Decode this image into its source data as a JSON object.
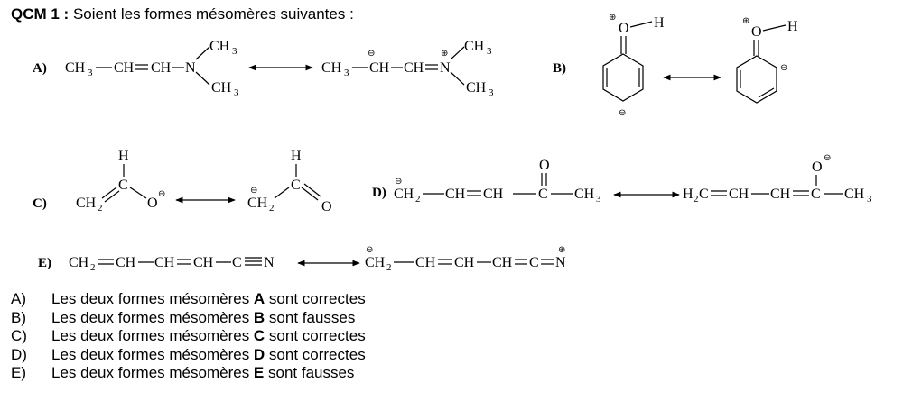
{
  "question": {
    "label": "QCM 1 :",
    "text": " Soient les formes mésomères suivantes :"
  },
  "labels": {
    "a": "A)",
    "b": "B)",
    "c": "C)",
    "d": "D)",
    "e": "E)"
  },
  "atoms": {
    "ch3": "CH",
    "ch": "CH",
    "c": "C",
    "h": "H",
    "n": "N",
    "o": "O",
    "ch2": "CH",
    "h2c": "H",
    "sub3": "3",
    "sub2": "2"
  },
  "charges": {
    "minus": "⊖",
    "plus": "⊕"
  },
  "answers": [
    {
      "letter": "A)",
      "before": "Les deux formes mésomères ",
      "bold": "A",
      "after": " sont correctes"
    },
    {
      "letter": "B)",
      "before": "Les deux formes mésomères ",
      "bold": "B",
      "after": " sont fausses"
    },
    {
      "letter": "C)",
      "before": "Les deux formes mésomères ",
      "bold": "C",
      "after": " sont correctes"
    },
    {
      "letter": "D)",
      "before": "Les deux formes mésomères ",
      "bold": "D",
      "after": " sont correctes"
    },
    {
      "letter": "E)",
      "before": "Les deux formes mésomères ",
      "bold": "E",
      "after": " sont fausses"
    }
  ]
}
